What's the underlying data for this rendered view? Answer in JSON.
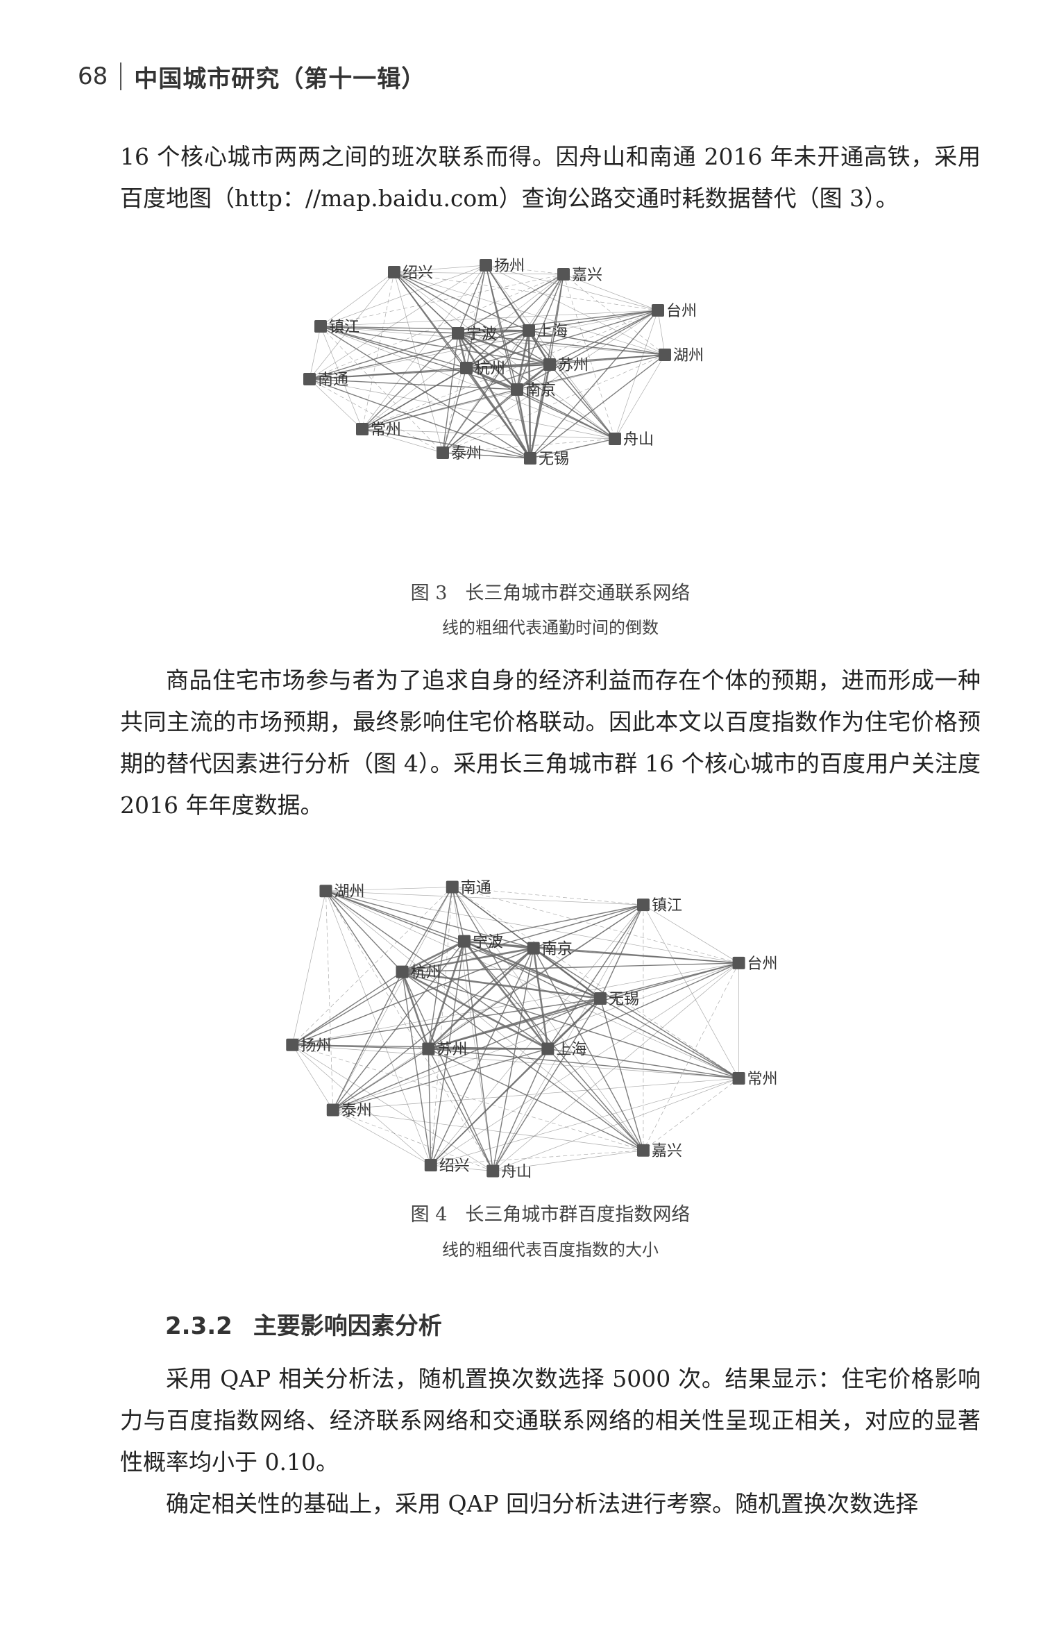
{
  "header": {
    "page_number": "68",
    "journal_title": "中国城市研究（第十一辑）"
  },
  "paragraphs": {
    "p1": "16 个核心城市两两之间的班次联系而得。因舟山和南通 2016 年未开通高铁，采用百度地图（http：//map.baidu.com）查询公路交通时耗数据替代（图 3）。",
    "p2": "商品住宅市场参与者为了追求自身的经济利益而存在个体的预期，进而形成一种共同主流的市场预期，最终影响住宅价格联动。因此本文以百度指数作为住宅价格预期的替代因素进行分析（图 4）。采用长三角城市群 16 个核心城市的百度用户关注度 2016 年年度数据。",
    "p3": "采用 QAP 相关分析法，随机置换次数选择 5000 次。结果显示：住宅价格影响力与百度指数网络、经济联系网络和交通联系网络的相关性呈现正相关，对应的显著性概率均小于 0.10。",
    "p4": "确定相关性的基础上，采用 QAP 回归分析法进行考察。随机置换次数选择"
  },
  "section": {
    "number": "2.3.2",
    "title": "主要影响因素分析"
  },
  "figure3": {
    "number": "图 3",
    "title": "长三角城市群交通联系网络",
    "subtitle": "线的粗细代表通勤时间的倒数",
    "nodes": [
      {
        "id": "shaoxing",
        "label": "绍兴"
      },
      {
        "id": "yangzhou",
        "label": "扬州"
      },
      {
        "id": "jiaxing",
        "label": "嘉兴"
      },
      {
        "id": "taizhou_zj",
        "label": "台州"
      },
      {
        "id": "zhenjiang",
        "label": "镇江"
      },
      {
        "id": "ningbo",
        "label": "宁波"
      },
      {
        "id": "shanghai",
        "label": "上海"
      },
      {
        "id": "huzhou",
        "label": "湖州"
      },
      {
        "id": "suzhou",
        "label": "苏州"
      },
      {
        "id": "hangzhou",
        "label": "杭州"
      },
      {
        "id": "nantong",
        "label": "南通"
      },
      {
        "id": "nanjing",
        "label": "南京"
      },
      {
        "id": "changzhou",
        "label": "常州"
      },
      {
        "id": "zhoushan",
        "label": "舟山"
      },
      {
        "id": "taizhou_js",
        "label": "泰州"
      },
      {
        "id": "wuxi",
        "label": "无锡"
      }
    ]
  },
  "figure4": {
    "number": "图 4",
    "title": "长三角城市群百度指数网络",
    "subtitle": "线的粗细代表百度指数的大小",
    "nodes": [
      {
        "id": "huzhou",
        "label": "湖州"
      },
      {
        "id": "nantong",
        "label": "南通"
      },
      {
        "id": "zhenjiang",
        "label": "镇江"
      },
      {
        "id": "ningbo",
        "label": "宁波"
      },
      {
        "id": "nanjing",
        "label": "南京"
      },
      {
        "id": "taizhou_zj",
        "label": "台州"
      },
      {
        "id": "hangzhou",
        "label": "杭州"
      },
      {
        "id": "wuxi",
        "label": "无锡"
      },
      {
        "id": "yangzhou",
        "label": "扬州"
      },
      {
        "id": "suzhou",
        "label": "苏州"
      },
      {
        "id": "shanghai",
        "label": "上海"
      },
      {
        "id": "changzhou",
        "label": "常州"
      },
      {
        "id": "taizhou_js",
        "label": "泰州"
      },
      {
        "id": "jiaxing",
        "label": "嘉兴"
      },
      {
        "id": "shaoxing",
        "label": "绍兴"
      },
      {
        "id": "zhoushan",
        "label": "舟山"
      }
    ]
  },
  "colors": {
    "node": "#555555",
    "edge": "#666666"
  }
}
